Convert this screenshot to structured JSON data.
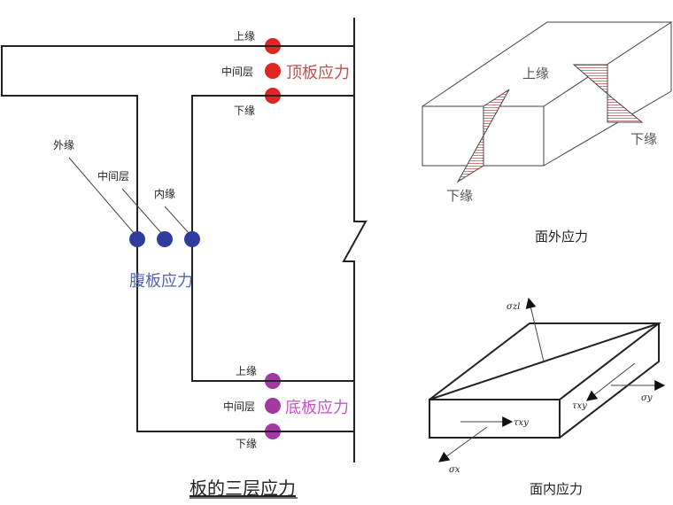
{
  "colors": {
    "top": "#e02525",
    "web": "#2e3c9e",
    "bottom": "#a23aa2",
    "top_label": "#c0504d",
    "web_label": "#5565b5",
    "bottom_label": "#c555c5",
    "hatch": "#d08080"
  },
  "left": {
    "top_flange": {
      "upper": "上缘",
      "middle": "中间层",
      "lower": "下缘",
      "title": "顶板应力"
    },
    "web": {
      "outer": "外缘",
      "middle": "中间层",
      "inner": "内缘",
      "title": "腹板应力"
    },
    "bottom_flange": {
      "upper": "上缘",
      "middle": "中间层",
      "lower": "下缘",
      "title": "底板应力"
    },
    "caption": "板的三层应力"
  },
  "out_of_plane": {
    "top_edge": "上缘",
    "bottom_edge_right": "下缘",
    "bottom_edge_left": "下缘",
    "caption": "面外应力"
  },
  "in_plane": {
    "sigma_zl": "σzl",
    "tau_front": "τxy",
    "sigma_x": "σx",
    "tau_right": "τxy",
    "sigma_y": "σy",
    "caption": "面内应力"
  }
}
